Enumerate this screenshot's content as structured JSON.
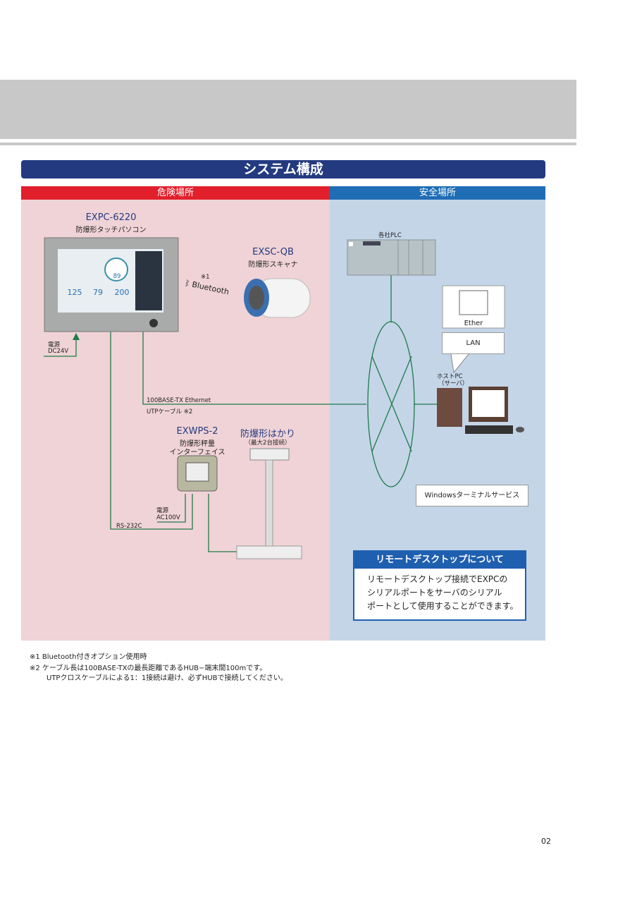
{
  "title": "システム構成",
  "zones": {
    "danger": "危険場所",
    "safe": "安全場所"
  },
  "expc": {
    "model": "EXPC-6220",
    "name": "防爆形タッチパソコン",
    "screen_values": [
      "125",
      "79",
      "200"
    ],
    "gauge": "89"
  },
  "power_dc": {
    "label": "電源",
    "spec": "DC24V"
  },
  "bluetooth": {
    "mark": "※1",
    "label": "Bluetooth"
  },
  "scanner": {
    "model": "EXSC-QB",
    "name": "防爆形スキャナ"
  },
  "ethernet": {
    "line1": "100BASE-TX Ethernet",
    "line2": "UTPケーブル ※2"
  },
  "exwps": {
    "model": "EXWPS-2",
    "name1": "防爆形秤量",
    "name2": "インターフェイス"
  },
  "scale": {
    "name": "防爆形はかり",
    "note": "（最大2台接続）"
  },
  "power_ac": {
    "label": "電源",
    "spec": "AC100V"
  },
  "rs232": "RS-232C",
  "plc": "各社PLC",
  "ether": "Ether",
  "lan": "LAN",
  "host": {
    "line1": "ホストPC",
    "line2": "（サーバ）"
  },
  "windows": "Windowsターミナルサービス",
  "remote": {
    "title": "リモートデスクトップについて",
    "lines": [
      "リモートデスクトップ接続でEXPCの",
      "シリアルポートをサーバのシリアル",
      "ポートとして使用することができます。"
    ]
  },
  "notes": [
    "※1 Bluetooth付きオプション使用時",
    "※2 ケーブル長は100BASE-TXの最長距離であるHUB−端末間100mです。",
    "UTPクロスケーブルによる1：1接続は避け、必ずHUBで接続してください。"
  ],
  "page": "02",
  "colors": {
    "navy": "#233a80",
    "danger": "#e1202c",
    "safe": "#1f6db5",
    "line": "#1e7a4a"
  }
}
